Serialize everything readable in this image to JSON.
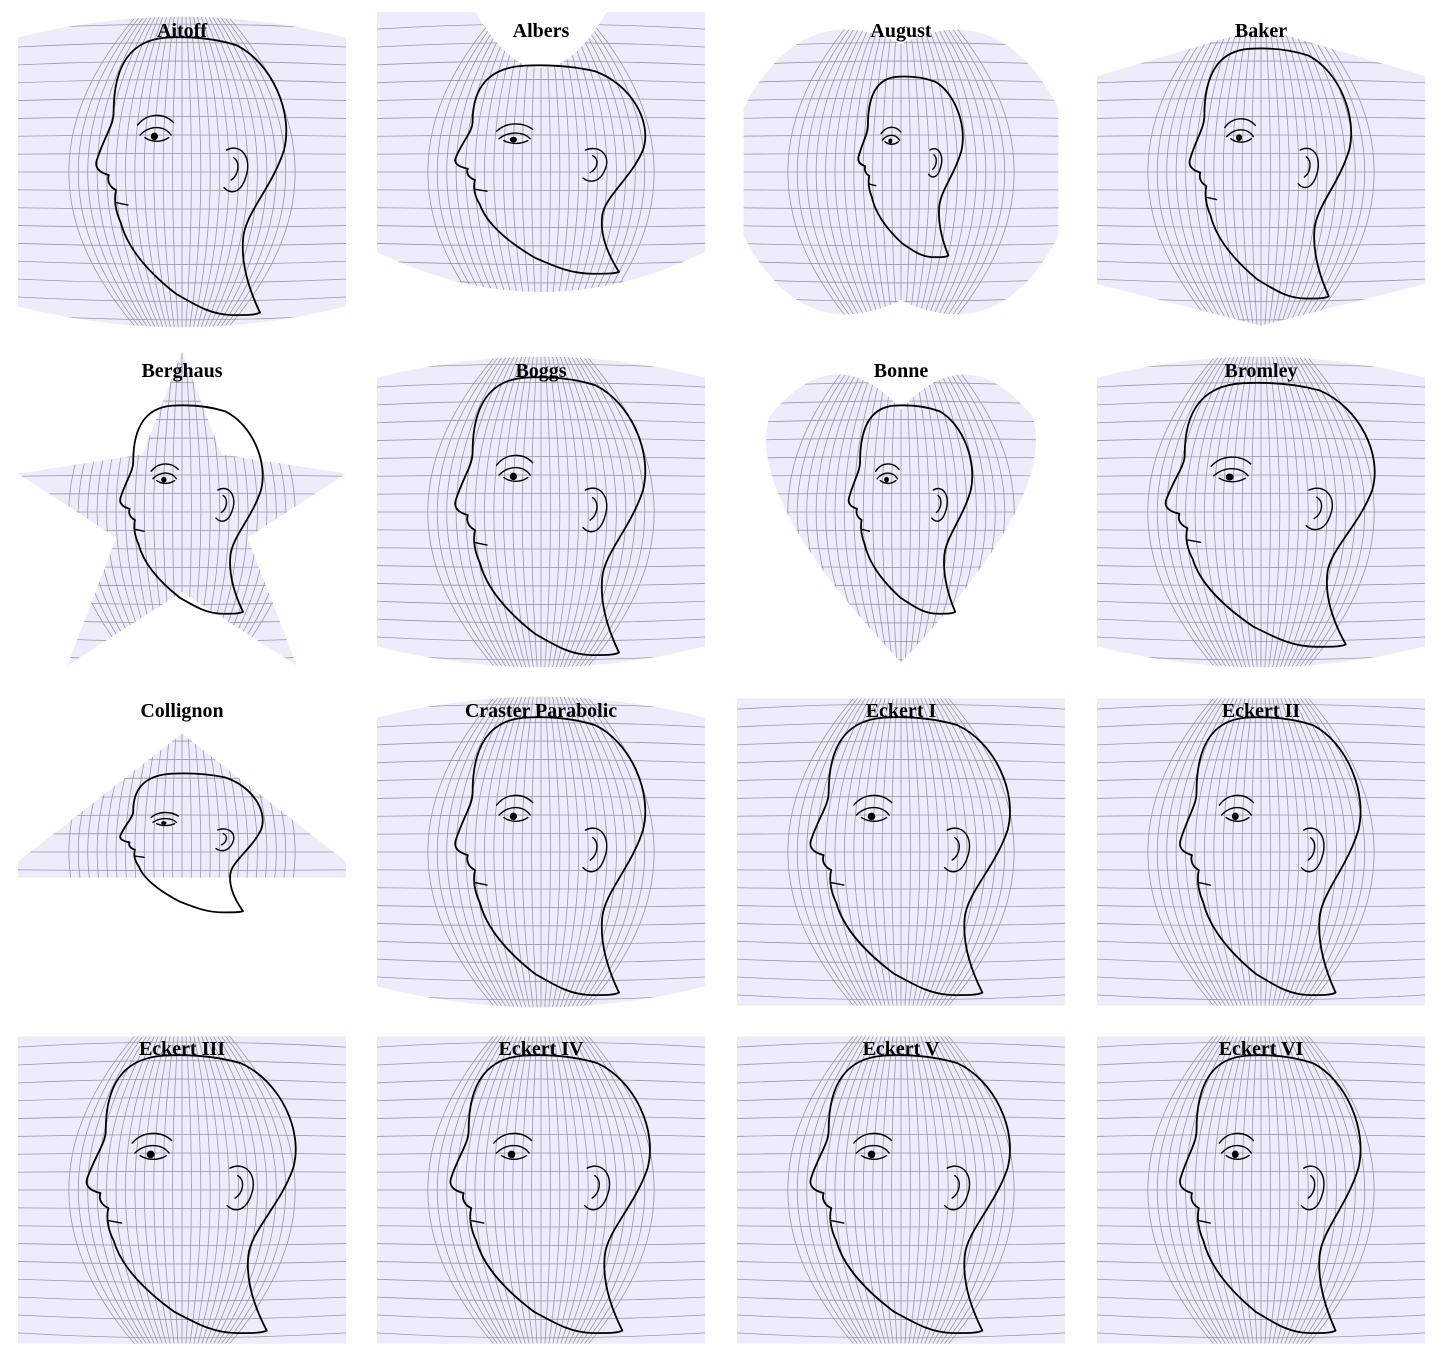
{
  "panels": [
    {
      "title": "Aitoff",
      "shape": "ellipse",
      "headScale": [
        1.0,
        1.0
      ]
    },
    {
      "title": "Albers",
      "shape": "bowl",
      "headScale": [
        1.0,
        0.75
      ]
    },
    {
      "title": "August",
      "shape": "butterfly",
      "headScale": [
        0.55,
        0.65
      ]
    },
    {
      "title": "Baker",
      "shape": "diamondish",
      "headScale": [
        0.85,
        0.9
      ]
    },
    {
      "title": "Berghaus",
      "shape": "star",
      "headScale": [
        0.75,
        0.75
      ]
    },
    {
      "title": "Boggs",
      "shape": "ellipse",
      "headScale": [
        1.0,
        1.0
      ]
    },
    {
      "title": "Bonne",
      "shape": "heart",
      "headScale": [
        0.65,
        0.75
      ]
    },
    {
      "title": "Bromley",
      "shape": "ellipse",
      "headScale": [
        1.1,
        0.95
      ]
    },
    {
      "title": "Collignon",
      "shape": "triangle",
      "headScale": [
        0.75,
        0.5
      ]
    },
    {
      "title": "Craster Parabolic",
      "shape": "ellipse",
      "headScale": [
        1.0,
        1.0
      ]
    },
    {
      "title": "Eckert I",
      "shape": "rect",
      "headScale": [
        1.05,
        1.0
      ]
    },
    {
      "title": "Eckert II",
      "shape": "rect",
      "headScale": [
        0.95,
        1.0
      ]
    },
    {
      "title": "Eckert III",
      "shape": "rect",
      "headScale": [
        1.1,
        1.0
      ]
    },
    {
      "title": "Eckert IV",
      "shape": "rect",
      "headScale": [
        1.05,
        1.0
      ]
    },
    {
      "title": "Eckert V",
      "shape": "rect",
      "headScale": [
        1.05,
        1.0
      ]
    },
    {
      "title": "Eckert VI",
      "shape": "rect",
      "headScale": [
        0.95,
        1.0
      ]
    }
  ],
  "colors": {
    "background": "#ececfb",
    "grid": "#9a9aa6",
    "outline": "#000000"
  }
}
